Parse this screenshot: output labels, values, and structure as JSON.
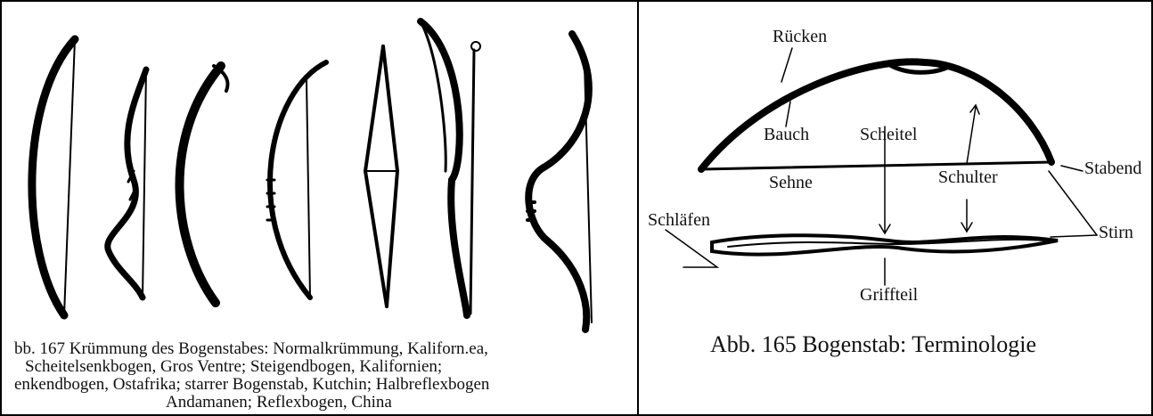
{
  "left_figure": {
    "caption_lines": [
      "bb. 167  Krümmung des Bogenstabes: Normalkrümmung, Kaliforn.ea,",
      "Scheitelsenkbogen, Gros Ventre; Steigendbogen, Kalifornien;",
      "enkendbogen, Ostafrika; starrer Bogenstab, Kutchin; Halbreflexbogen",
      "Andamanen; Reflexbogen, China"
    ]
  },
  "right_figure": {
    "caption": "Abb. 165  Bogenstab: Terminologie",
    "labels": {
      "ruecken": "Rücken",
      "bauch": "Bauch",
      "scheitel": "Scheitel",
      "sehne": "Sehne",
      "schulter": "Schulter",
      "stabende": "Stabend",
      "schlaefen": "Schläfen",
      "stirn": "Stirn",
      "griffteil": "Griffteil"
    }
  }
}
